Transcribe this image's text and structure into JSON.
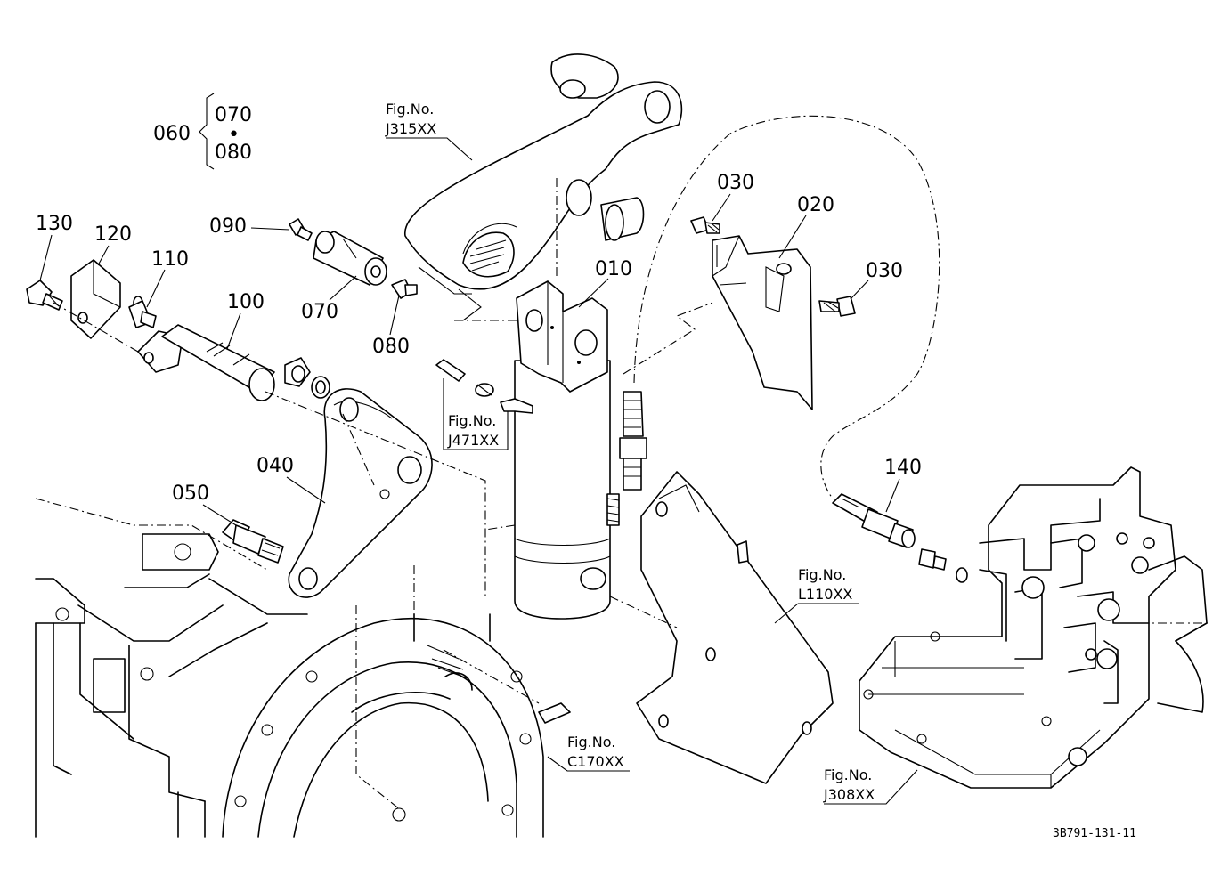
{
  "callouts": {
    "p010": "010",
    "p020": "020",
    "p030a": "030",
    "p030b": "030",
    "p040": "040",
    "p050": "050",
    "p060": "060",
    "p070a": "070",
    "p070b": "070",
    "p080a": "080",
    "p080b": "080",
    "p090": "090",
    "p100": "100",
    "p110": "110",
    "p120": "120",
    "p130": "130",
    "p140": "140"
  },
  "kit": {
    "dot": "•"
  },
  "refs": {
    "fig_label": "Fig.No.",
    "j315": "J315XX",
    "j471": "J471XX",
    "l110": "L110XX",
    "c170": "C170XX",
    "j308": "J308XX"
  },
  "drawing_code": "3B791-131-11"
}
